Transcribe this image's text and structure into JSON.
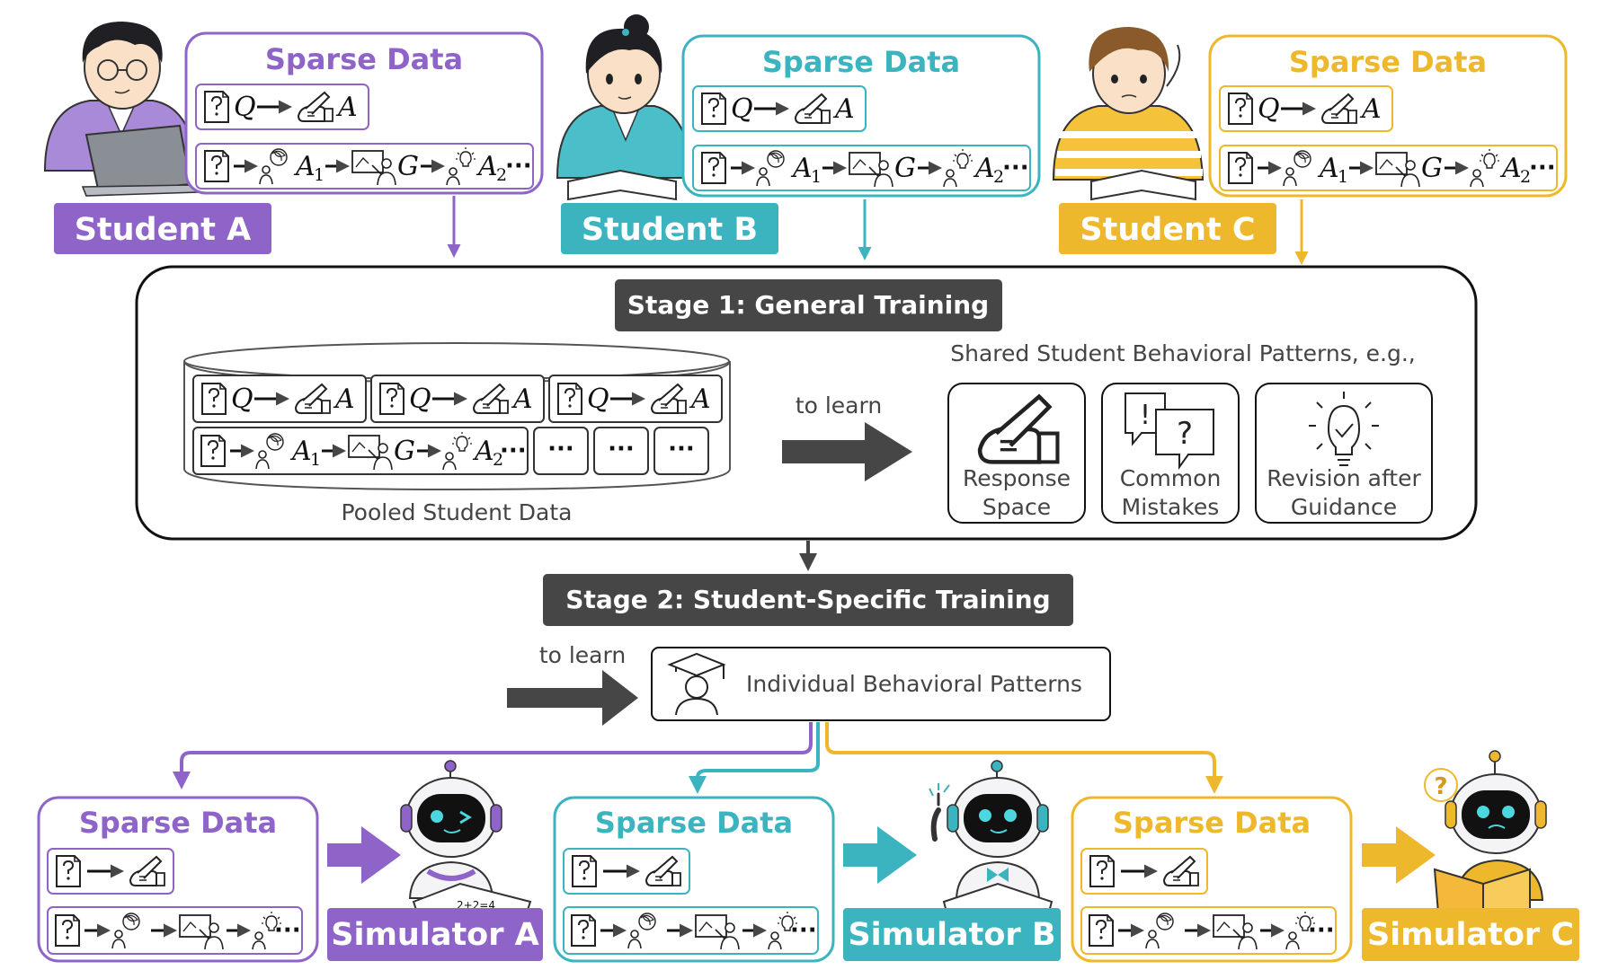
{
  "colors": {
    "purple": "#8e64c8",
    "teal": "#3cb4c0",
    "gold": "#edb82b",
    "dark": "#464646"
  },
  "icons": [
    "question-doc-icon",
    "writing-hand-icon",
    "confused-student-icon",
    "teacher-board-icon",
    "idea-student-icon",
    "graduate-icon",
    "speech-bubbles-icon",
    "lightbulb-icon",
    "robot-icon",
    "student-illustration"
  ],
  "math": {
    "Q": "Q",
    "A": "A",
    "A1": "A",
    "A1_sub": "1",
    "G": "G",
    "A2": "A",
    "A2_sub": "2",
    "ellipsis": "···"
  },
  "students": [
    {
      "name": "Student A",
      "sparse_title": "Sparse Data",
      "color": "purple"
    },
    {
      "name": "Student B",
      "sparse_title": "Sparse Data",
      "color": "teal"
    },
    {
      "name": "Student C",
      "sparse_title": "Sparse Data",
      "color": "gold"
    }
  ],
  "stage1": {
    "title": "Stage 1: General Training",
    "pooled_label": "Pooled Student Data",
    "to_learn": "to learn",
    "shared_title": "Shared Student Behavioral Patterns, e.g.,",
    "patterns": [
      {
        "line1": "Response",
        "line2": "Space"
      },
      {
        "line1": "Common",
        "line2": "Mistakes"
      },
      {
        "line1": "Revision after",
        "line2": "Guidance"
      }
    ]
  },
  "stage2": {
    "title": "Stage 2: Student-Specific Training",
    "to_learn": "to learn",
    "individual": "Individual Behavioral Patterns"
  },
  "simulators": [
    {
      "name": "Simulator A",
      "sparse_title": "Sparse Data",
      "color": "purple",
      "notebook_text": "2+2=4"
    },
    {
      "name": "Simulator B",
      "sparse_title": "Sparse Data",
      "color": "teal"
    },
    {
      "name": "Simulator C",
      "sparse_title": "Sparse Data",
      "color": "gold"
    }
  ]
}
